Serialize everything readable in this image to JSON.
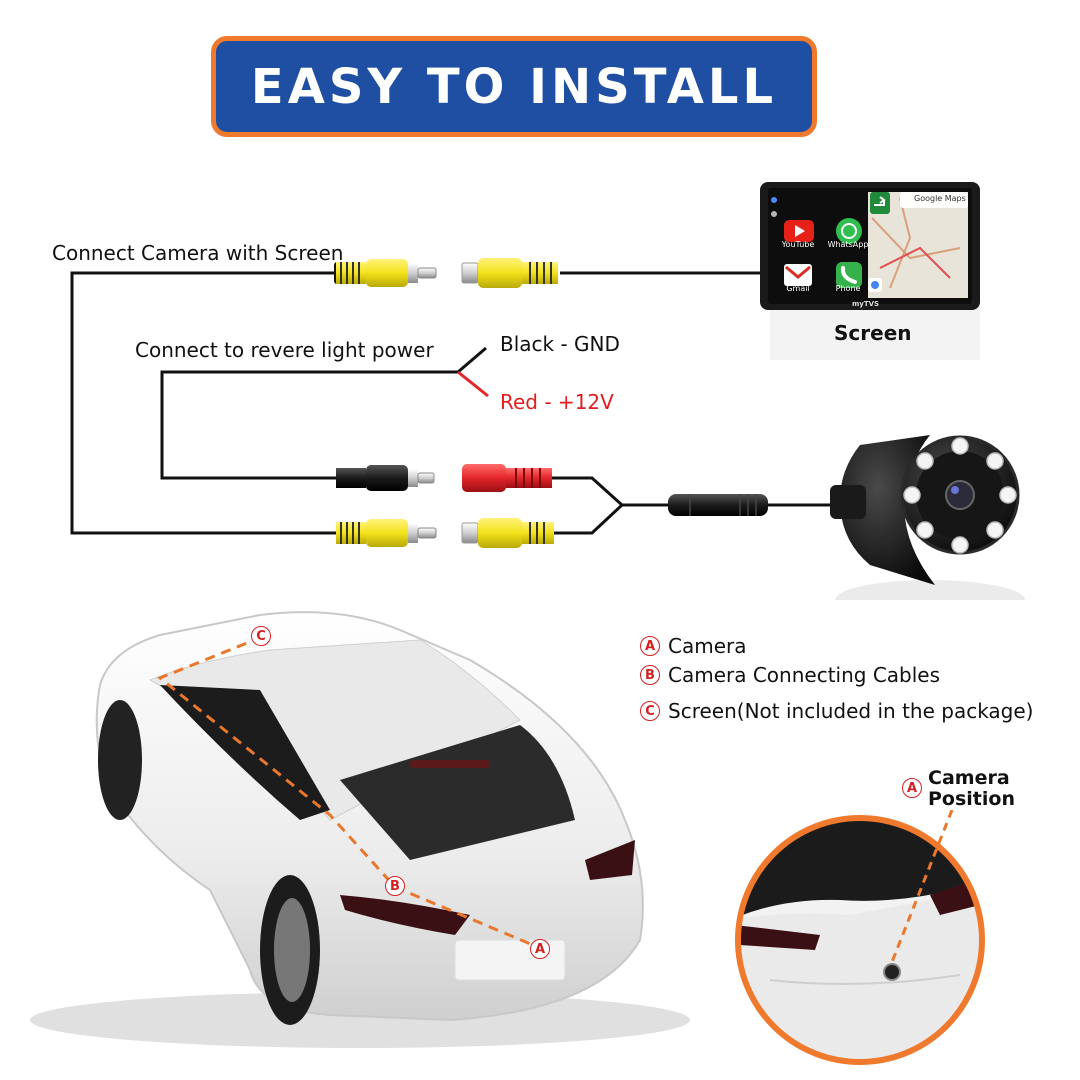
{
  "banner": {
    "title": "EASY TO INSTALL"
  },
  "wiring": {
    "video_label": "Connect Camera with Screen",
    "power_label": "Connect to revere light power",
    "black_label": "Black - GND",
    "red_label": "Red - +12V"
  },
  "screen": {
    "label": "Screen",
    "brand": "myTVS",
    "map_app": "Google Maps",
    "apps": [
      "YouTube",
      "WhatsApp",
      "Gmail",
      "Phone"
    ]
  },
  "markers": {
    "a": "A",
    "b": "B",
    "c": "C"
  },
  "legend": [
    {
      "letter": "A",
      "text": "Camera"
    },
    {
      "letter": "B",
      "text": "Camera Connecting Cables"
    },
    {
      "letter": "C",
      "text": "Screen(Not included in the package)"
    }
  ],
  "camera_position": {
    "letter": "A",
    "line1": "Camera",
    "line2": "Position"
  },
  "colors": {
    "banner_bg": "#1f4fa3",
    "banner_border": "#ef7a2e",
    "rca_yellow": "#f2e21a",
    "rca_red": "#e3262b",
    "wire": "#111111",
    "route_dash": "#e9772c",
    "marker": "#d42020"
  }
}
